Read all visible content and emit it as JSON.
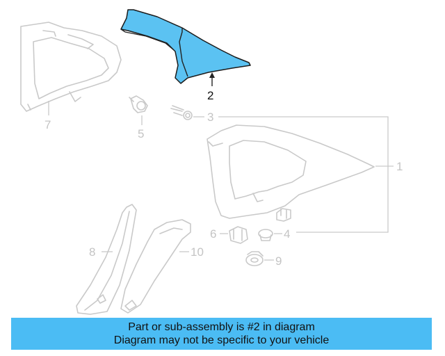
{
  "diagram": {
    "highlight_color": "#5bc2f2",
    "highlighted_part": "2",
    "callouts": {
      "c1": "1",
      "c2": "2",
      "c3": "3",
      "c4": "4",
      "c5": "5",
      "c6": "6",
      "c7": "7",
      "c8": "8",
      "c9": "9",
      "c10": "10"
    }
  },
  "banner": {
    "color": "#4bbcf4",
    "line1": "Part or sub-assembly is #2 in diagram",
    "line2": "Diagram may not be specific to your vehicle"
  }
}
